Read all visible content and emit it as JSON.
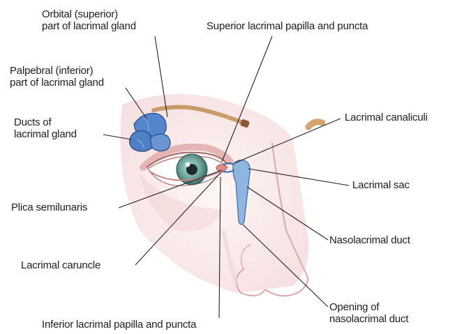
{
  "diagram": {
    "labels": {
      "orbital": [
        "Orbital (superior)",
        "part of lacrimal gland"
      ],
      "superior_papilla": "Superior lacrimal papilla and puncta",
      "palpebral": [
        "Palpebral (inferior)",
        "part of lacrimal gland"
      ],
      "ducts": [
        "Ducts of",
        "lacrimal gland"
      ],
      "canaliculi": "Lacrimal canaliculi",
      "sac": "Lacrimal sac",
      "plica": "Plica semilunaris",
      "nasolacrimal_duct": "Nasolacrimal duct",
      "caruncle": "Lacrimal caruncle",
      "opening": [
        "Opening of",
        "nasolacrimal duct"
      ],
      "inferior_papilla": "Inferior lacrimal papilla and puncta"
    },
    "colors": {
      "gland": "#4f7fc4",
      "duct": "#8fb4e0",
      "skin_shadow": "#f0cfcf",
      "brow": "#c99a6a",
      "iris": "#6fa8a0",
      "leader": "#222222"
    }
  }
}
